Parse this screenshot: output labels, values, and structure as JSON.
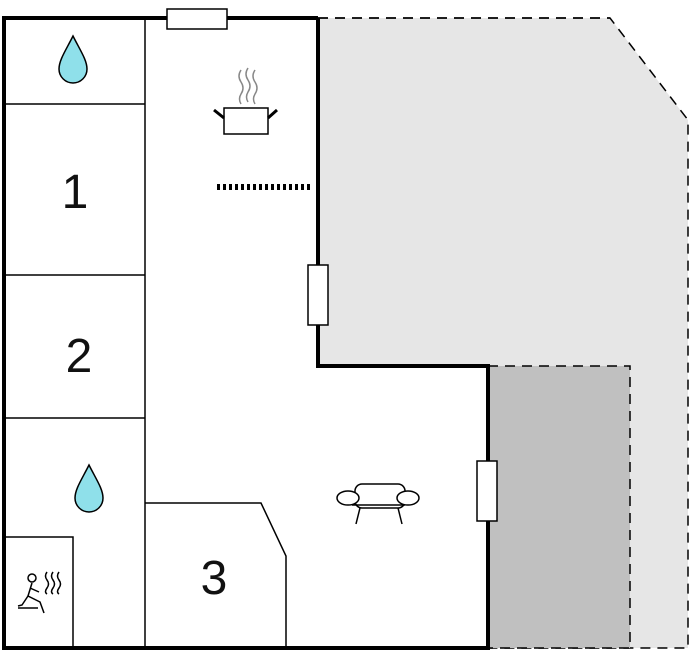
{
  "floorplan": {
    "room_labels": {
      "room_1": "1",
      "room_2": "2",
      "room_3": "3"
    },
    "icons": {
      "bathroom_top": "water-drop-icon",
      "bathroom_bottom": "water-drop-icon",
      "kitchen": "cooking-pot-icon",
      "living_room": "sofa-icon",
      "sauna": "sauna-icon"
    },
    "colors": {
      "terrace": "#e6e6e6",
      "covered_terrace": "#c0c0c0",
      "water": "#8fe0ea",
      "walls": "#000000"
    }
  }
}
